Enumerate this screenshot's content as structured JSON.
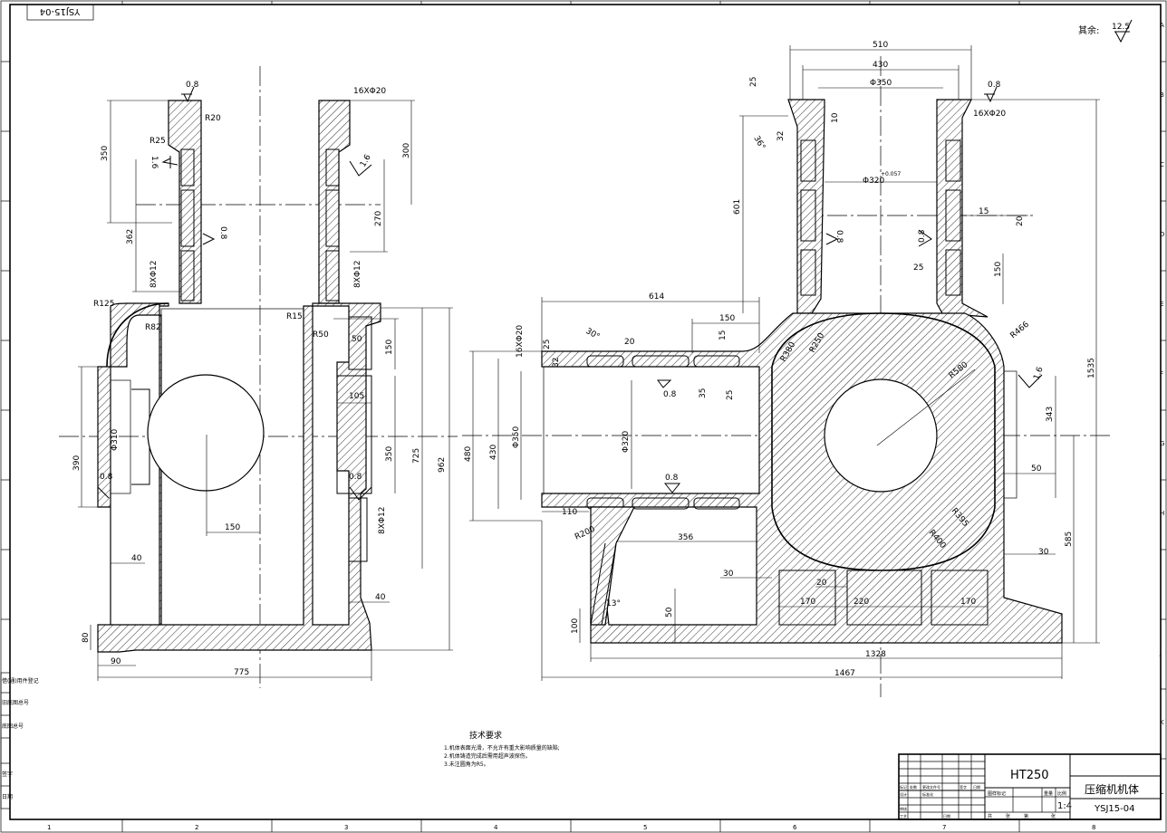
{
  "title_block": {
    "drawing_no": "YSJ15-04",
    "drawing_no_stamp": "YSJ15-04",
    "material": "HT250",
    "part_name": "压缩机机体",
    "scale": "1:4",
    "cells": [
      "标记",
      "处数",
      "更改文件号",
      "签字",
      "日期",
      "设计",
      "标准化",
      "审核",
      "工艺",
      "日期",
      "图样标记",
      "重量",
      "比例",
      "共",
      "张",
      "第",
      "张"
    ]
  },
  "surface_finish": {
    "label": "其余:",
    "value": "12.5"
  },
  "tech_requirements": {
    "heading": "技术要求",
    "items": [
      "1.机体表面光滑，不允许有重大影响质量的缺陷;",
      "2.机体铸造完成后需用超声波探伤。",
      "3.未注圆角为R5。"
    ]
  },
  "zone_columns": [
    "1",
    "2",
    "3",
    "4",
    "5",
    "6",
    "7",
    "8"
  ],
  "zone_rows": [
    "A",
    "B",
    "C",
    "D",
    "E",
    "F",
    "G",
    "H",
    "I",
    "J",
    "K",
    "L"
  ],
  "side_labels": [
    "借(通)用件登记",
    "旧底图总号",
    "底图总号",
    "签字",
    "日期"
  ],
  "left_view": {
    "dims": {
      "d350": "350",
      "d362": "362",
      "d300": "300",
      "d270": "270",
      "d8x012a": "8XΦ12",
      "d8x012b": "8XΦ12",
      "d8x012c": "8XΦ12",
      "d16x020": "16XΦ20",
      "d150a": "150",
      "d105": "105",
      "d150b": "150",
      "d350b": "350",
      "d725": "725",
      "d962": "962",
      "d390": "390",
      "d310": "Φ310",
      "d40a": "40",
      "d40b": "40",
      "d80": "80",
      "d90": "90",
      "d775": "775",
      "d150c": "150"
    },
    "radii": {
      "r20": "R20",
      "r25": "R25",
      "r125": "R125",
      "r15": "R15",
      "r50": "R50",
      "r50b": "50",
      "r82": "R82"
    },
    "roughness": [
      "0.8",
      "1.6",
      "0.8",
      "1.6",
      "0.8",
      "0.8"
    ]
  },
  "right_view": {
    "dims": {
      "d510": "510",
      "d430": "430",
      "d350": "Φ350",
      "d25": "25",
      "d10": "10",
      "d32": "32",
      "d36": "36°",
      "d16x020": "16XΦ20",
      "d320": "Φ320",
      "d320tol": "+0.057",
      "d601": "601",
      "d15": "15",
      "d20": "20",
      "d25b": "25",
      "d150a": "150",
      "d614": "614",
      "d150b": "150",
      "d15b": "15",
      "d20b": "20",
      "d30deg": "30°",
      "d16x020b": "16XΦ20",
      "d25c": "25",
      "d32b": "32",
      "d35": "35",
      "d25d": "25",
      "d480": "480",
      "d430b": "430",
      "d350b": "Φ350",
      "d320b": "Φ320",
      "d110": "110",
      "d356": "356",
      "d30": "30",
      "d20c": "20",
      "d170a": "170",
      "d220": "220",
      "d170b": "170",
      "d30b": "30",
      "d343": "343",
      "d50": "50",
      "d585": "585",
      "d1535": "1535",
      "d13": "13°",
      "d100": "100",
      "d50b": "50",
      "d1328": "1328",
      "d1467": "1467"
    },
    "radii": {
      "r250": "R250",
      "r380": "R380",
      "r580": "R580",
      "r466": "R466",
      "r395": "R395",
      "r400": "R400",
      "r200": "R200"
    },
    "roughness": [
      "0.8",
      "0.8",
      "0.8",
      "0.8",
      "1.6",
      "0.8"
    ]
  }
}
